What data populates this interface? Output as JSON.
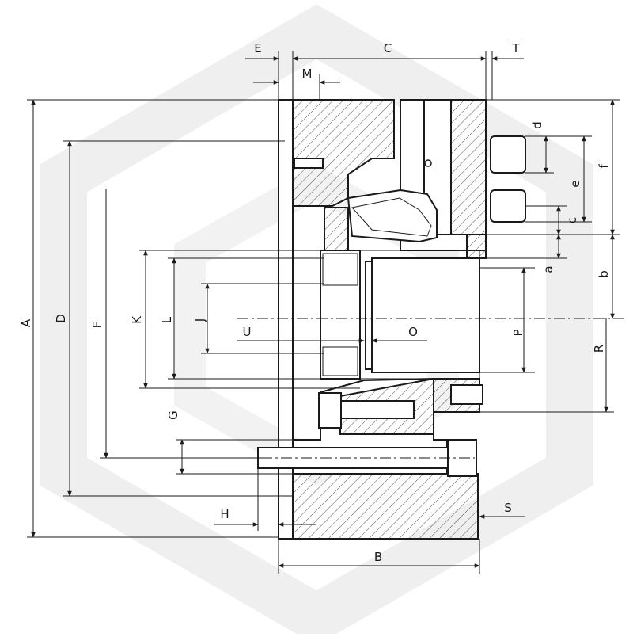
{
  "labels": {
    "A": "A",
    "B": "B",
    "C": "C",
    "D": "D",
    "E": "E",
    "F": "F",
    "G": "G",
    "H": "H",
    "J": "J",
    "K": "K",
    "L": "L",
    "M": "M",
    "O": "O",
    "P": "P",
    "R": "R",
    "S": "S",
    "T": "T",
    "U": "U",
    "a": "a",
    "b": "b",
    "c": "c",
    "d": "d",
    "e": "e",
    "f": "f"
  },
  "colors": {
    "line": "#1a1a1a",
    "hatch": "#555555",
    "watermark": "#eeeeee",
    "solid": "#e8e8e8"
  }
}
